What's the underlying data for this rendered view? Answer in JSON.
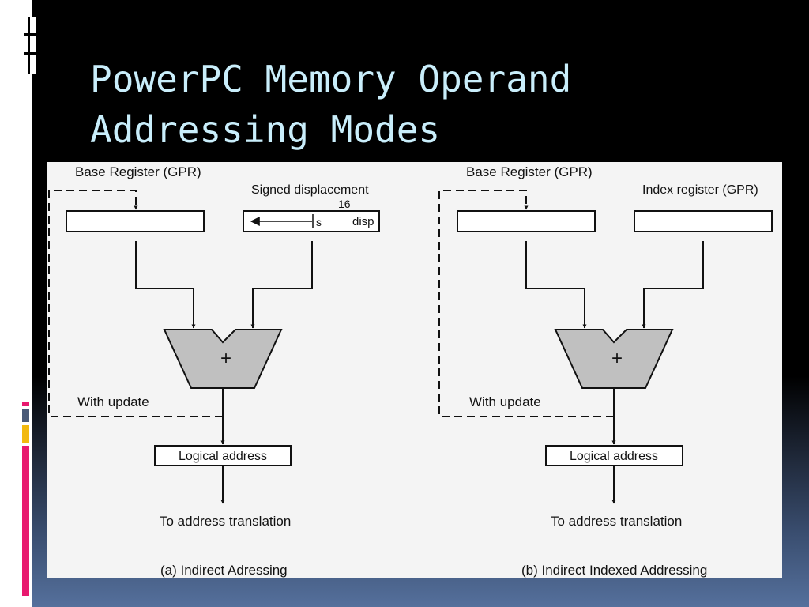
{
  "slide": {
    "title_line1": "PowerPC Memory Operand",
    "title_line2": "Addressing Modes"
  },
  "theme": {
    "title_color": "#c9eefb",
    "accent_colors": [
      "#e8196f",
      "#ffffff",
      "#4a5a78",
      "#f2b90f",
      "#e8196f"
    ],
    "alu_fill": "#c0c0c0"
  },
  "decor": {
    "logo_icon": "window-frame-icon"
  },
  "diagram": {
    "panel_a": {
      "base_register_label": "Base Register (GPR)",
      "second_input_label": "Signed displacement",
      "width_label": "16",
      "sign_field": "s",
      "disp_field": "disp",
      "alu_symbol": "+",
      "update_label": "With update",
      "output_box_label": "Logical address",
      "destination_label": "To address translation",
      "caption": "(a) Indirect Adressing"
    },
    "panel_b": {
      "base_register_label": "Base Register (GPR)",
      "second_input_label": "Index register (GPR)",
      "alu_symbol": "+",
      "update_label": "With update",
      "output_box_label": "Logical address",
      "destination_label": "To address translation",
      "caption": "(b) Indirect Indexed Addressing"
    }
  }
}
